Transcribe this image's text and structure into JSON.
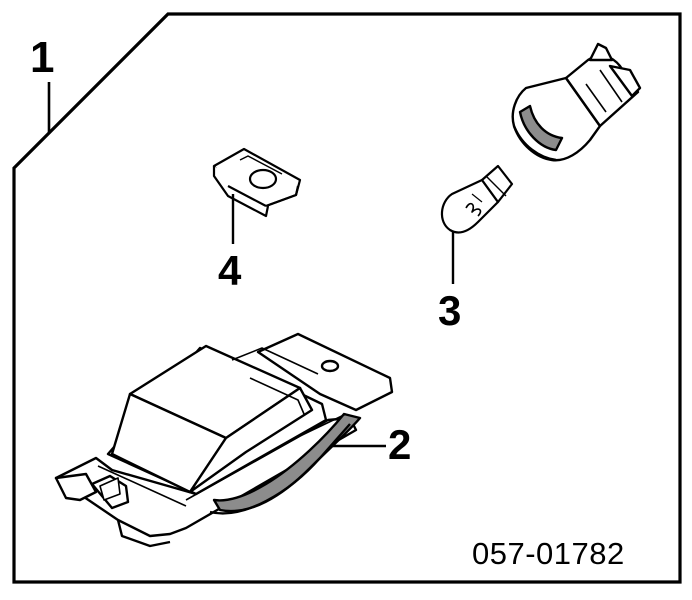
{
  "callouts": {
    "assembly": "1",
    "lamp_housing": "2",
    "bulb": "3",
    "clip": "4"
  },
  "part_code": "057-01782",
  "colors": {
    "ink": "#000000",
    "paper": "#ffffff",
    "shade": "#8c8c8c"
  }
}
